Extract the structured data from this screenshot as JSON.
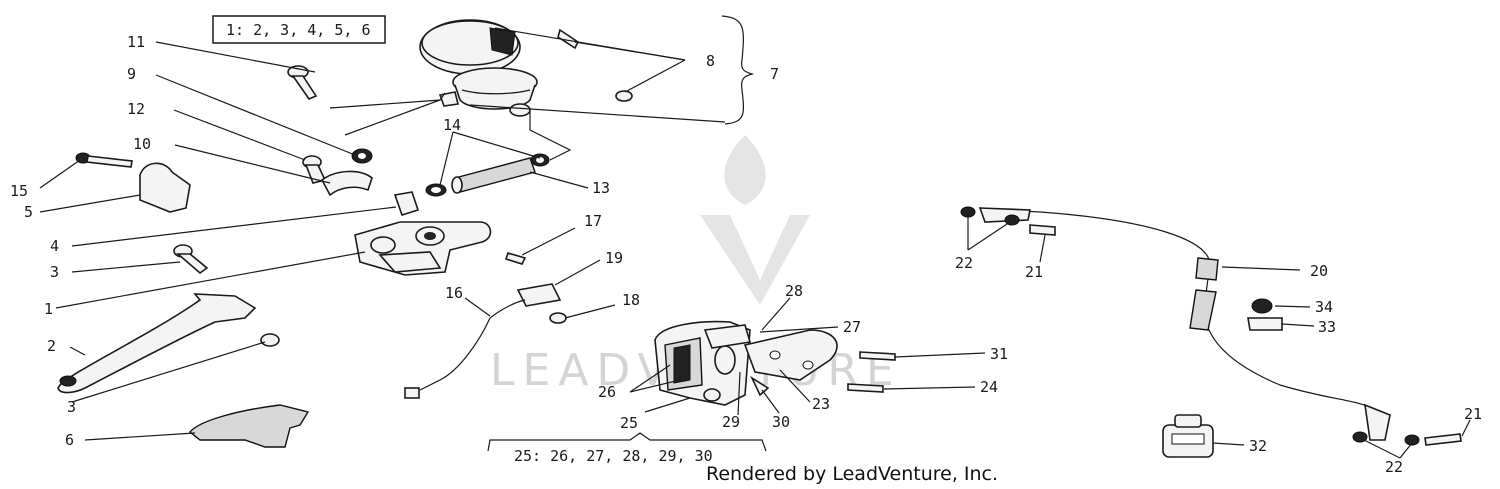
{
  "callouts": [
    "1",
    "2",
    "3",
    "3",
    "4",
    "5",
    "6",
    "7",
    "8",
    "9",
    "10",
    "11",
    "12",
    "13",
    "14",
    "15",
    "16",
    "17",
    "18",
    "19",
    "20",
    "21",
    "21",
    "22",
    "22",
    "23",
    "24",
    "25",
    "26",
    "27",
    "28",
    "29",
    "30",
    "31",
    "32",
    "33",
    "34"
  ],
  "group_note_top": "1: 2, 3, 4, 5, 6",
  "group_note_bottom": "25: 26, 27, 28, 29, 30",
  "watermark_text": "LEADVENTURE",
  "credit": "Rendered by LeadVenture, Inc.",
  "colors": {
    "ink": "#1a1a1a",
    "watermark": "#cfcfcf",
    "background": "#ffffff"
  }
}
